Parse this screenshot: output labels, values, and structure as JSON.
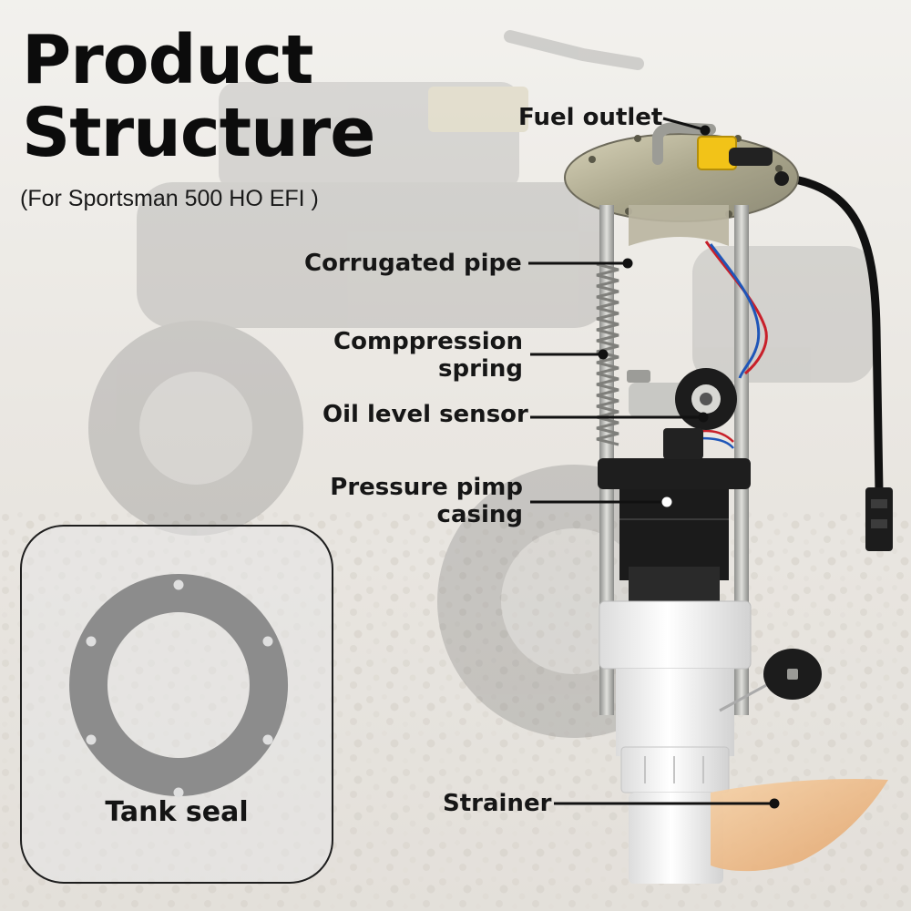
{
  "header": {
    "title_line1": "Product",
    "title_line2": "Structure",
    "subtitle": "(For Sportsman 500 HO EFI )"
  },
  "callouts": {
    "fuel_outlet": "Fuel outlet",
    "corrugated_pipe": "Corrugated pipe",
    "compression_spring_line1": "Comppression",
    "compression_spring_line2": "spring",
    "oil_level_sensor": "Oil level sensor",
    "pressure_pump_casing_line1": "Pressure pimp",
    "pressure_pump_casing_line2": "casing",
    "strainer": "Strainer"
  },
  "seal_panel": {
    "caption": "Tank seal"
  },
  "colors": {
    "title": "#0c0c0c",
    "leader": "#111111",
    "flange": "#b8b49a",
    "pump_body": "#1b1b1b",
    "filter_housing": "#f4f4f4",
    "strainer": "#e8b888",
    "gasket": "#1f1f1f",
    "connector": "#f2c318"
  }
}
